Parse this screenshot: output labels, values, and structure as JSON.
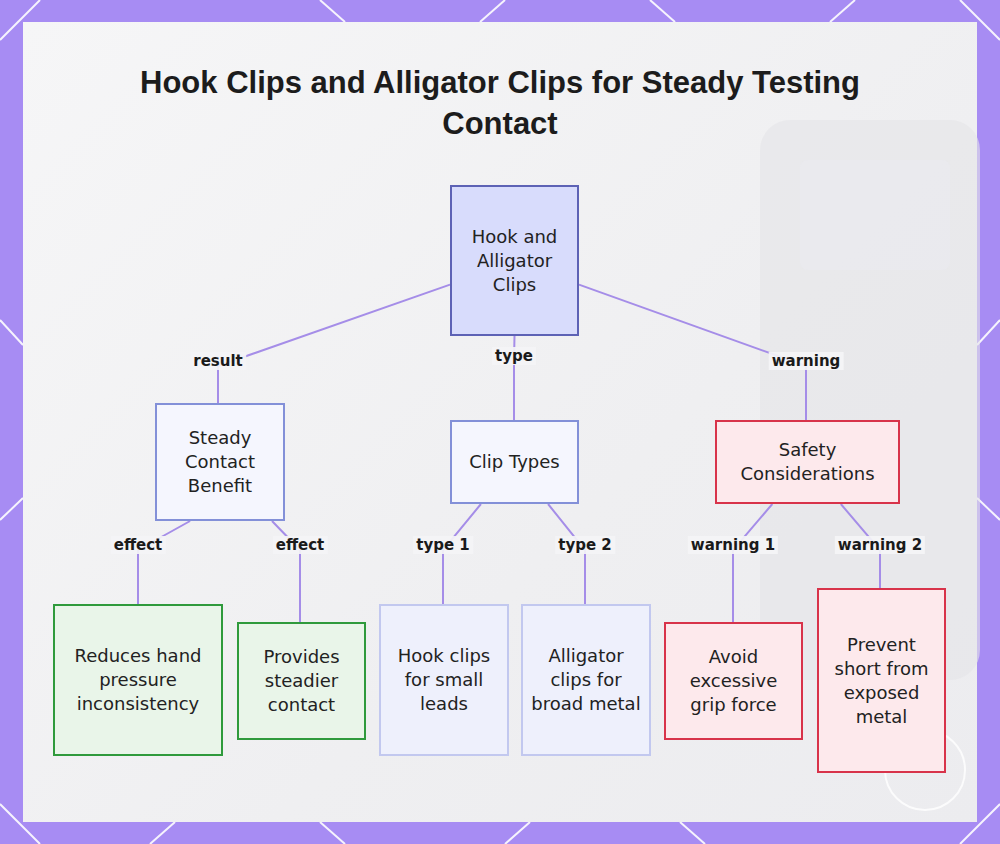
{
  "diagram": {
    "title": "Hook Clips and Alligator Clips for Steady Testing Contact",
    "nodes": [
      {
        "text": [
          "Hook and Alligator Clips"
        ]
      },
      {
        "text": [
          "Steady Contact Benefit"
        ]
      },
      {
        "text": [
          "Clip Types"
        ]
      },
      {
        "text": [
          "Safety Considerations"
        ]
      },
      {
        "text": [
          "Reduces hand pressure inconsistency"
        ]
      },
      {
        "text": [
          "Provides steadier contact"
        ]
      },
      {
        "text": [
          "Hook clips for small leads"
        ]
      },
      {
        "text": [
          "Alligator clips for broad metal"
        ]
      },
      {
        "text": [
          "Avoid excessive grip force"
        ]
      },
      {
        "text": [
          "Prevent short from exposed metal"
        ]
      }
    ],
    "edges": [
      {
        "from": 0,
        "to": 1,
        "label": "result",
        "arrow": "none"
      },
      {
        "from": 0,
        "to": 2,
        "label": "type",
        "arrow": "none"
      },
      {
        "from": 0,
        "to": 3,
        "label": "warning",
        "arrow": "none"
      },
      {
        "from": 1,
        "to": 4,
        "label": "effect",
        "arrow": "none"
      },
      {
        "from": 1,
        "to": 5,
        "label": "effect",
        "arrow": "none"
      },
      {
        "from": 2,
        "to": 6,
        "label": "type 1",
        "arrow": "none"
      },
      {
        "from": 2,
        "to": 7,
        "label": "type 2",
        "arrow": "none"
      },
      {
        "from": 3,
        "to": 8,
        "label": "warning 1",
        "arrow": "none"
      },
      {
        "from": 3,
        "to": 9,
        "label": "warning 2",
        "arrow": "none"
      }
    ]
  }
}
